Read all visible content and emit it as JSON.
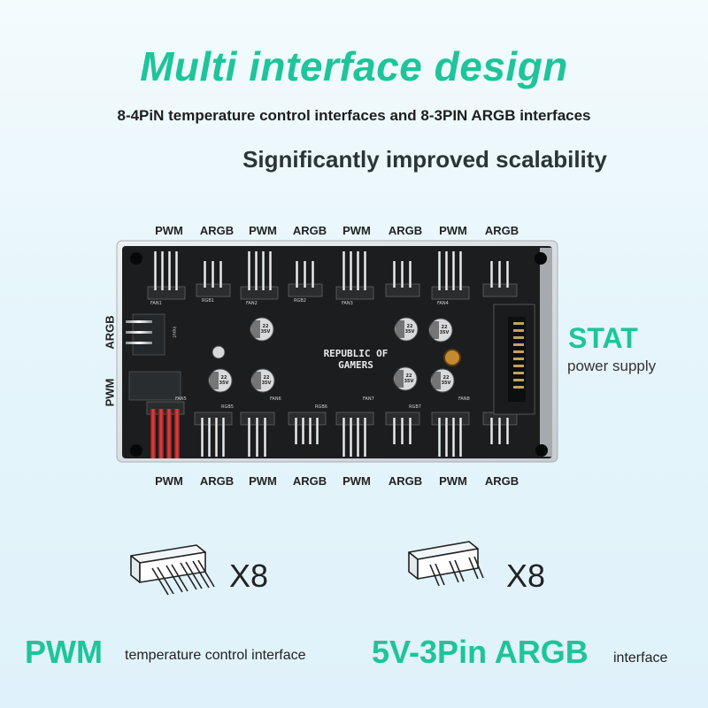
{
  "header": {
    "title": "Multi interface design",
    "subtitle": "8-4PiN temperature control interfaces and 8-3PIN ARGB interfaces",
    "headline": "Significantly improved scalability"
  },
  "board": {
    "top_labels": [
      "PWM",
      "ARGB",
      "PWM",
      "ARGB",
      "PWM",
      "ARGB",
      "PWM",
      "ARGB"
    ],
    "bottom_labels": [
      "PWM",
      "ARGB",
      "PWM",
      "ARGB",
      "PWM",
      "ARGB",
      "PWM",
      "ARGB"
    ],
    "left_argb": "ARGB",
    "left_pwm": "PWM",
    "logo_line1": "REPUBLIC OF",
    "logo_line2": "GAMERS",
    "silk": {
      "fan1": "FAN1",
      "rgb1": "RGB1",
      "fan2": "FAN2",
      "rgb2": "RGB2",
      "fan3": "FAN3",
      "fan4": "FAN4",
      "fan5": "FAN5",
      "rgb5": "RGB5",
      "fan6": "FAN6",
      "rgb6": "RGB6",
      "fan7": "FAN7",
      "rgb7": "RGB7",
      "fan8": "FAN8",
      "input": "input"
    },
    "cap_text": [
      "22",
      "35V"
    ]
  },
  "stat": {
    "title": "STAT",
    "subtitle": "power supply"
  },
  "legend": {
    "pwm_count": "X8",
    "argb_count": "X8",
    "pwm_title": "PWM",
    "pwm_desc": "temperature control interface",
    "argb_title": "5V-3Pin ARGB",
    "argb_desc": "interface"
  },
  "colors": {
    "accent": "#1fc49a",
    "board": "#1b1d1f",
    "acrylic": "#d9dde0"
  }
}
